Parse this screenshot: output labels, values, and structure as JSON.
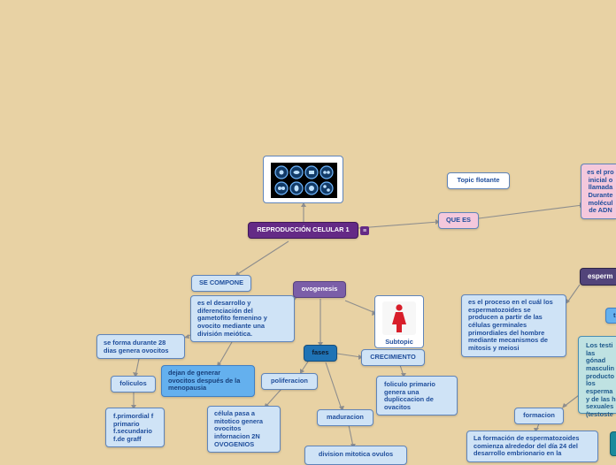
{
  "central": {
    "label": "REPRODUCCIÓN CELULAR 1",
    "menu_icon": "≡"
  },
  "floating": {
    "label": "Topic flotante"
  },
  "que_es": {
    "label": "QUE ES"
  },
  "que_es_desc": {
    "label": "es el pro inicial o llamada Durante molécul de ADN"
  },
  "se_compone": {
    "label": "SE COMPONE"
  },
  "ovogenesis": {
    "label": "ovogenesis"
  },
  "ovogenesis_desc": {
    "label": "es el desarrollo y diferenciación del gametofito femenino y ovocito mediante una división meiótica."
  },
  "ciclo_28": {
    "label": "se forma durante 28 dias  genera ovocitos"
  },
  "foliculos": {
    "label": "foliculos"
  },
  "foliculos_tipos": {
    "label": "f.primordial f primario f.secundario f.de graff"
  },
  "dejan_generar": {
    "label": "dejan de generar ovocitos después de la menopausia"
  },
  "fases": {
    "label": "fases"
  },
  "proliferacion": {
    "label": "poliferacion"
  },
  "celula_pasa": {
    "label": "célula pasa a mitotico  genera ovocitos infornacion 2N OVOGENIOS"
  },
  "maduracion": {
    "label": "maduracion"
  },
  "division_mitotica": {
    "label": "division mitotica  ovulos"
  },
  "crecimiento": {
    "label": "CRECIMIENTO"
  },
  "foliculo_primario": {
    "label": "foliculo primario genera una dupliccacion de ovacitos"
  },
  "subtopic": {
    "label": "Subtopic",
    "icon": "female-figure-icon"
  },
  "espermatogenesis": {
    "label": "esperm"
  },
  "esperm_desc": {
    "label": "es el proceso en el cuál los espermatozoides se producen a partir de las células germinales primordiales del hombre mediante mecanismos de mitosis y meiosi"
  },
  "formacion": {
    "label": "formacion"
  },
  "formacion_desc": {
    "label": "La formación de espermatozoides comienza alrededor del día 24 del desarrollo embrionario en la"
  },
  "testiculos": {
    "label": "Los testi las gónad masculin producto los esperma y de las h sexuales (testoste"
  },
  "t_node": {
    "label": "t"
  },
  "colors": {
    "background": "#e8d2a4",
    "central": "#642a86",
    "purple": "#7b5ea8",
    "light_blue": "#cfe3f6",
    "mid_blue": "#64b0ee",
    "dark_blue": "#1f73b5",
    "pink": "#f4c8dc",
    "teal": "#bfe2e2",
    "line": "#8a8a8a"
  }
}
